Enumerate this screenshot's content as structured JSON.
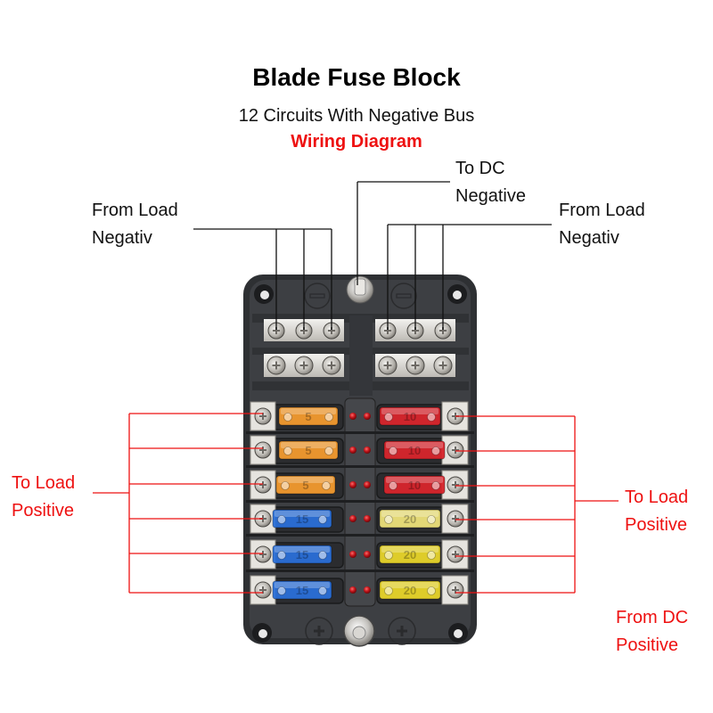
{
  "header": {
    "title": "Blade Fuse Block",
    "subtitle": "12 Circuits With Negative Bus",
    "diagram_label": "Wiring Diagram"
  },
  "labels": {
    "from_load_negative_left": [
      "From Load",
      "Negativ"
    ],
    "to_dc_negative": [
      "To DC",
      "Negative"
    ],
    "from_load_negative_right": [
      "From Load",
      "Negativ"
    ],
    "to_load_positive_left": [
      "To Load",
      "Positive"
    ],
    "to_load_positive_right": [
      "To Load",
      "Positive"
    ],
    "from_dc_positive": [
      "From DC",
      "Positive"
    ]
  },
  "colors": {
    "wire_negative": "#111111",
    "wire_positive": "#ee1111",
    "label_red": "#ee1111",
    "housing": "#3a3c3f",
    "housing_dark": "#2a2b2d",
    "busbar": "#d8d6d2",
    "led": "#c0141a"
  },
  "fuse_block": {
    "circuits": 12,
    "negative_bus_terminals": 12,
    "left_column_fuses": [
      {
        "rating": "5",
        "color": "#f39a2e"
      },
      {
        "rating": "5",
        "color": "#f39a2e"
      },
      {
        "rating": "5",
        "color": "#f39a2e"
      },
      {
        "rating": "15",
        "color": "#2a6fd8"
      },
      {
        "rating": "15",
        "color": "#2a6fd8"
      },
      {
        "rating": "15",
        "color": "#2a6fd8"
      }
    ],
    "right_column_fuses": [
      {
        "rating": "10",
        "color": "#d8252c"
      },
      {
        "rating": "10",
        "color": "#d8252c"
      },
      {
        "rating": "10",
        "color": "#d8252c"
      },
      {
        "rating": "20",
        "color": "#ede27a"
      },
      {
        "rating": "20",
        "color": "#e8d52a"
      },
      {
        "rating": "20",
        "color": "#e8d52a"
      }
    ],
    "indicator_leds_per_row": 2
  }
}
